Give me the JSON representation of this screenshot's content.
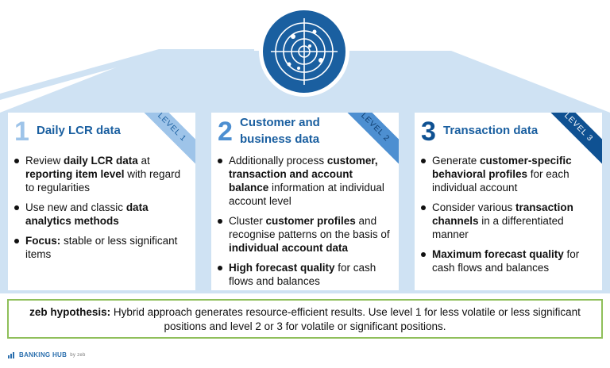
{
  "colors": {
    "roof": "#cfe2f3",
    "title": "#1a5fa0",
    "level1": "#9ec4e9",
    "level2": "#4d8fd1",
    "level3": "#0f5192",
    "hypothesis_border": "#8fbf5a"
  },
  "icon": "radar-icon",
  "levels": [
    {
      "number": "1",
      "title": "Daily LCR data",
      "ribbon": "LEVEL 1",
      "bullets": [
        [
          {
            "t": "Review ",
            "b": false
          },
          {
            "t": "daily LCR data",
            "b": true
          },
          {
            "t": " at ",
            "b": false
          },
          {
            "t": "reporting item level",
            "b": true
          },
          {
            "t": " with regard to regularities",
            "b": false
          }
        ],
        [
          {
            "t": "Use new and classic ",
            "b": false
          },
          {
            "t": "data analytics methods",
            "b": true
          }
        ],
        [
          {
            "t": "Focus:",
            "b": true
          },
          {
            "t": " stable or less significant items",
            "b": false
          }
        ]
      ]
    },
    {
      "number": "2",
      "title": "Customer and business data",
      "ribbon": "LEVEL 2",
      "bullets": [
        [
          {
            "t": "Additionally process ",
            "b": false
          },
          {
            "t": "customer, transaction and account balance",
            "b": true
          },
          {
            "t": " information at individual account level",
            "b": false
          }
        ],
        [
          {
            "t": "Cluster ",
            "b": false
          },
          {
            "t": "customer profiles",
            "b": true
          },
          {
            "t": " and recognise patterns on the basis of ",
            "b": false
          },
          {
            "t": "individual account data",
            "b": true
          }
        ],
        [
          {
            "t": "High forecast quality",
            "b": true
          },
          {
            "t": " for cash flows and balances",
            "b": false
          }
        ]
      ]
    },
    {
      "number": "3",
      "title": "Transaction data",
      "ribbon": "LEVEL 3",
      "bullets": [
        [
          {
            "t": "Generate ",
            "b": false
          },
          {
            "t": "customer-specific behavioral profiles",
            "b": true
          },
          {
            "t": " for each individual account",
            "b": false
          }
        ],
        [
          {
            "t": "Consider various ",
            "b": false
          },
          {
            "t": "transaction channels",
            "b": true
          },
          {
            "t": " in a differentiated manner",
            "b": false
          }
        ],
        [
          {
            "t": "Maximum forecast quality",
            "b": true
          },
          {
            "t": " for cash flows and balances",
            "b": false
          }
        ]
      ]
    }
  ],
  "hypothesis": {
    "label": "zeb hypothesis:",
    "text": " Hybrid approach generates resource-efficient results. Use level 1 for less volatile or less significant positions and level 2 or 3 for volatile or significant positions."
  },
  "logo": {
    "name": "BANKING HUB",
    "by": "by zeb"
  }
}
